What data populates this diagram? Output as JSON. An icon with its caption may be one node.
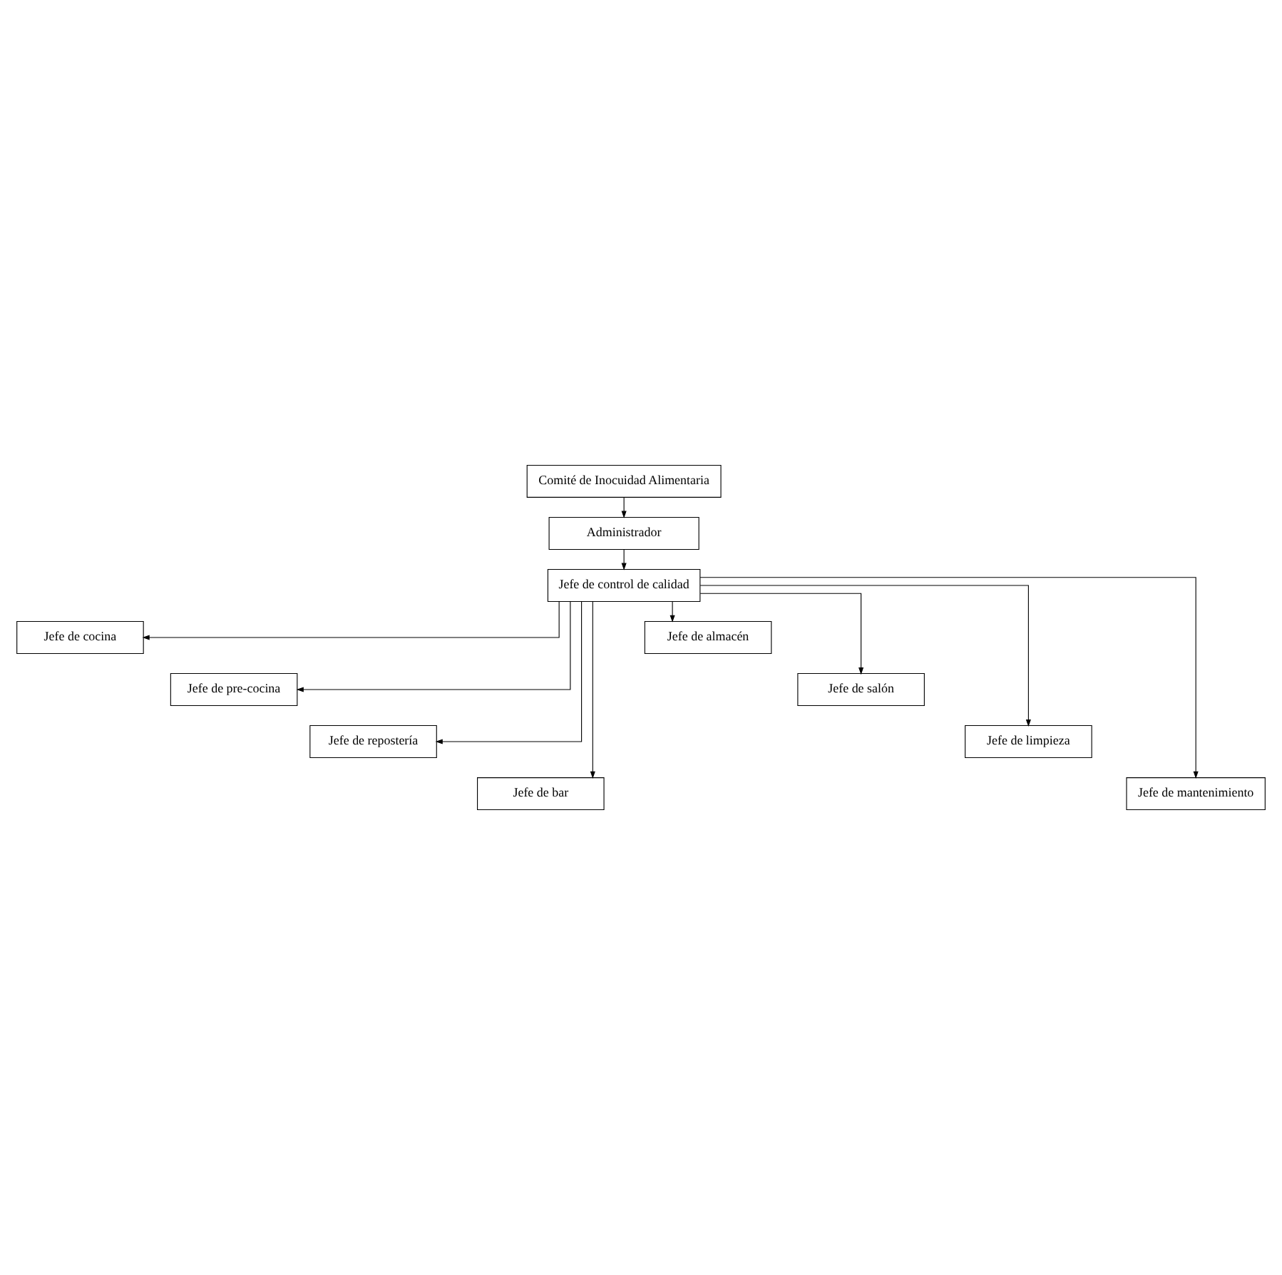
{
  "diagram": {
    "nodes": [
      {
        "text": [
          "Comité de Inocuidad Alimentaria"
        ]
      },
      {
        "text": [
          "Administrador"
        ]
      },
      {
        "text": [
          "Jefe de control de calidad"
        ]
      },
      {
        "text": [
          "Jefe de cocina"
        ]
      },
      {
        "text": [
          "Jefe de pre-cocina"
        ]
      },
      {
        "text": [
          "Jefe de repostería"
        ]
      },
      {
        "text": [
          "Jefe de bar"
        ]
      },
      {
        "text": [
          "Jefe de almacén"
        ]
      },
      {
        "text": [
          "Jefe de salón"
        ]
      },
      {
        "text": [
          "Jefe de limpieza"
        ]
      },
      {
        "text": [
          "Jefe de mantenimiento"
        ]
      }
    ],
    "edges": [
      {
        "from": 0,
        "to": 1,
        "arrow": "to"
      },
      {
        "from": 1,
        "to": 2,
        "arrow": "to"
      },
      {
        "from": 2,
        "to": 3,
        "arrow": "to"
      },
      {
        "from": 2,
        "to": 4,
        "arrow": "to"
      },
      {
        "from": 2,
        "to": 5,
        "arrow": "to"
      },
      {
        "from": 2,
        "to": 6,
        "arrow": "to"
      },
      {
        "from": 2,
        "to": 7,
        "arrow": "to"
      },
      {
        "from": 2,
        "to": 8,
        "arrow": "to"
      },
      {
        "from": 2,
        "to": 9,
        "arrow": "to"
      },
      {
        "from": 2,
        "to": 10,
        "arrow": "to"
      }
    ]
  }
}
